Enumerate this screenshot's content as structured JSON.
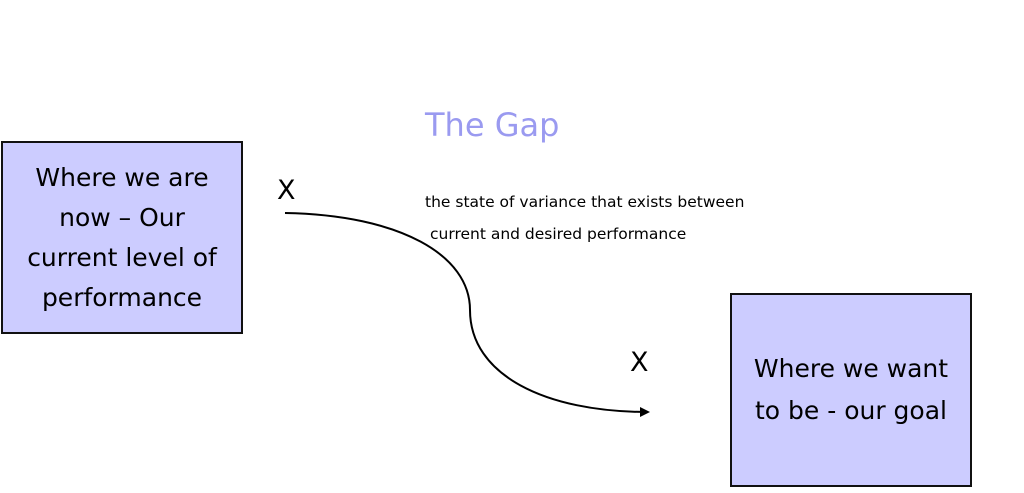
{
  "title": "The Gap",
  "definition": {
    "line1": "the state of variance that exists between",
    "line2": "current and desired performance"
  },
  "current_box": {
    "label": "Where we are now – Our current level of performance"
  },
  "goal_box": {
    "label": "Where we want to be - our goal"
  },
  "markers": {
    "start": "X",
    "end": "X"
  },
  "colors": {
    "box_fill": "#ccccff",
    "title": "#9a9af0"
  }
}
